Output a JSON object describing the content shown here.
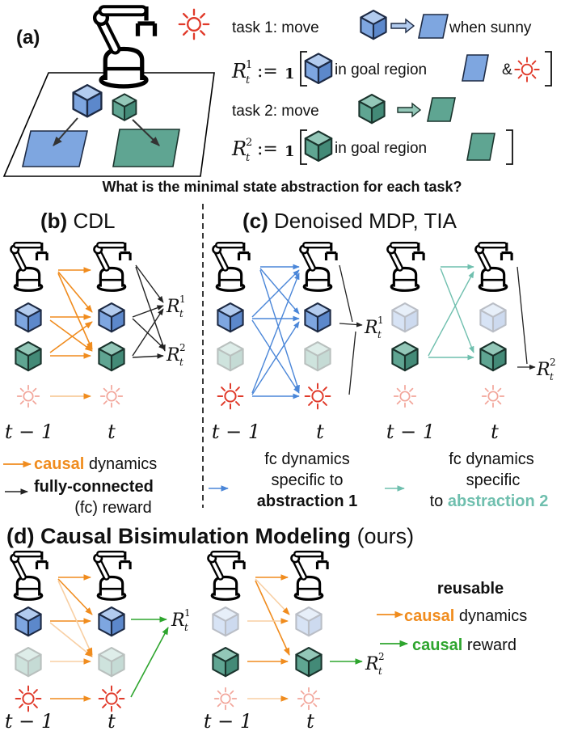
{
  "panel_a": {
    "label": "(a)",
    "task1_prefix": "task 1: move",
    "task1_suffix": "when sunny",
    "reward1_sym": "R",
    "reward1_sup": "1",
    "reward1_sub": "t",
    "def_op": ":=",
    "indicator": "1",
    "in_goal_region": "in goal region",
    "and_symbol": "&",
    "task2_prefix": "task 2: move",
    "reward2_sym": "R",
    "reward2_sup": "2",
    "reward2_sub": "t",
    "question": "What is the minimal state abstraction for each task?"
  },
  "panel_b": {
    "label": "(b)",
    "title": "CDL",
    "time_prev": "t − 1",
    "time_curr": "t",
    "legend_causal_word": "causal",
    "legend_dynamics": "dynamics",
    "legend_fc_bold": "fully-connected",
    "legend_fc_rest": "(fc) reward"
  },
  "panel_c": {
    "label": "(c)",
    "title": "Denoised MDP, TIA",
    "time_prev": "t − 1",
    "time_curr": "t",
    "legend1_l1": "fc dynamics",
    "legend1_l2": "specific to",
    "legend1_l3": "abstraction 1",
    "legend2_l1": "fc dynamics",
    "legend2_l2": "specific",
    "legend2_l3_prefix": "to",
    "legend2_l3_word": "abstraction 2"
  },
  "panel_d": {
    "label": "(d)",
    "title_bold": "Causal Bisimulation Modeling",
    "title_rest": "(ours)",
    "time_prev": "t − 1",
    "time_curr": "t",
    "legend_reusable": "reusable",
    "legend_causal_word": "causal",
    "legend_dynamics": "dynamics",
    "legend_reward_causal": "causal",
    "legend_reward_word": "reward"
  },
  "colors": {
    "causal_orange": "#f08c1e",
    "reward_green": "#2ea52e",
    "abstraction1_blue": "#4a86d8",
    "abstraction2_teal": "#6fbfae",
    "blue_cube": "#7ea6e0",
    "green_cube": "#5fa592",
    "sun_red": "#e03a2a",
    "faded_sun": "#f2a59a"
  },
  "icons": [
    "robot-arm-icon",
    "blue-cube-icon",
    "green-cube-icon",
    "sun-icon",
    "goal-region-icon",
    "arrow-icon"
  ]
}
